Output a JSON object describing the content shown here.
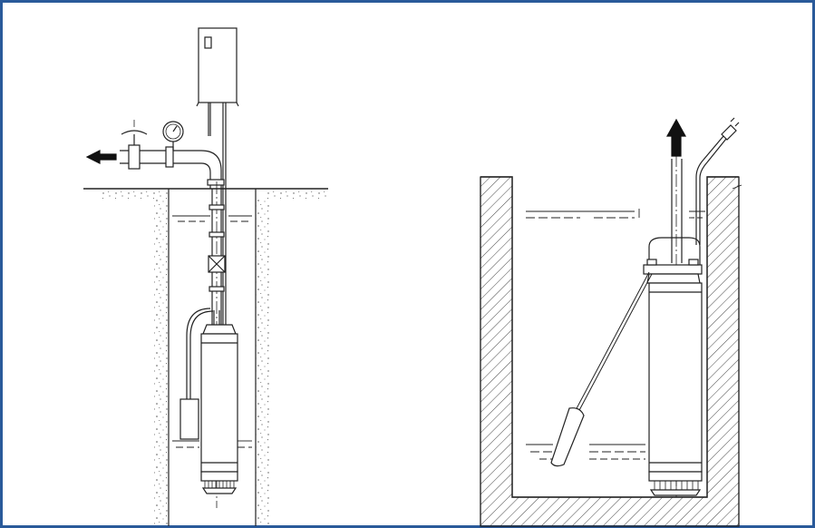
{
  "figure": {
    "frame_color": "#2a5a9a",
    "line_color": "#222222",
    "left_panel": {
      "control_box": "control-box",
      "valve": "gate-valve",
      "gauge": "pressure-gauge",
      "flow_arrow": "arrow-left-icon",
      "pump": "submersible-pump",
      "float_switch": "float-switch"
    },
    "right_panel": {
      "flow_arrow": "arrow-up-icon",
      "plug": "power-plug-icon",
      "pump": "submersible-pump",
      "float_switch": "float-switch"
    }
  }
}
